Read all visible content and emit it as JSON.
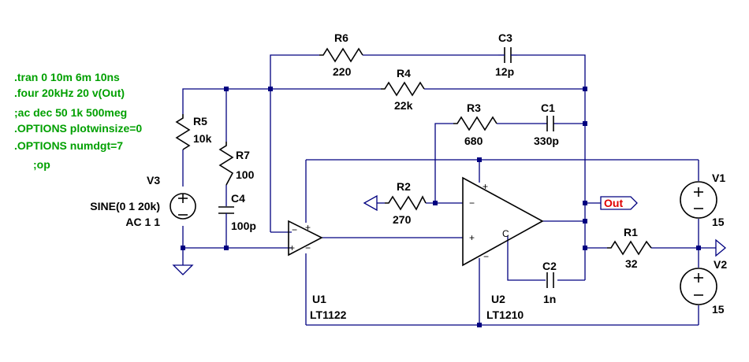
{
  "directives": [
    ".tran 0 10m 6m 10ns",
    ".four 20kHz 20 v(Out)",
    ";ac dec 50 1k 500meg",
    ".OPTIONS plotwinsize=0",
    ".OPTIONS numdgt=7",
    ";op"
  ],
  "components": {
    "R6": {
      "name": "R6",
      "value": "220"
    },
    "C3": {
      "name": "C3",
      "value": "12p"
    },
    "R4": {
      "name": "R4",
      "value": "22k"
    },
    "R3": {
      "name": "R3",
      "value": "680"
    },
    "C1": {
      "name": "C1",
      "value": "330p"
    },
    "R5": {
      "name": "R5",
      "value": "10k"
    },
    "R7": {
      "name": "R7",
      "value": "100"
    },
    "C4": {
      "name": "C4",
      "value": "100p"
    },
    "V3": {
      "name": "V3",
      "value1": "SINE(0 1 20k)",
      "value2": "AC 1 1"
    },
    "R2": {
      "name": "R2",
      "value": "270"
    },
    "R1": {
      "name": "R1",
      "value": "32"
    },
    "C2": {
      "name": "C2",
      "value": "1n"
    },
    "V1": {
      "name": "V1",
      "value": "15"
    },
    "V2": {
      "name": "V2",
      "value": "15"
    },
    "U1": {
      "name": "U1",
      "model": "LT1122"
    },
    "U2": {
      "name": "U2",
      "model": "LT1210"
    }
  },
  "pins": {
    "plus": "+",
    "minus": "−",
    "comp": "C"
  },
  "net_label": "Out",
  "colors": {
    "wire": "#000080",
    "component": "#000000",
    "directive": "#00a000",
    "net_label": "#e00000"
  }
}
